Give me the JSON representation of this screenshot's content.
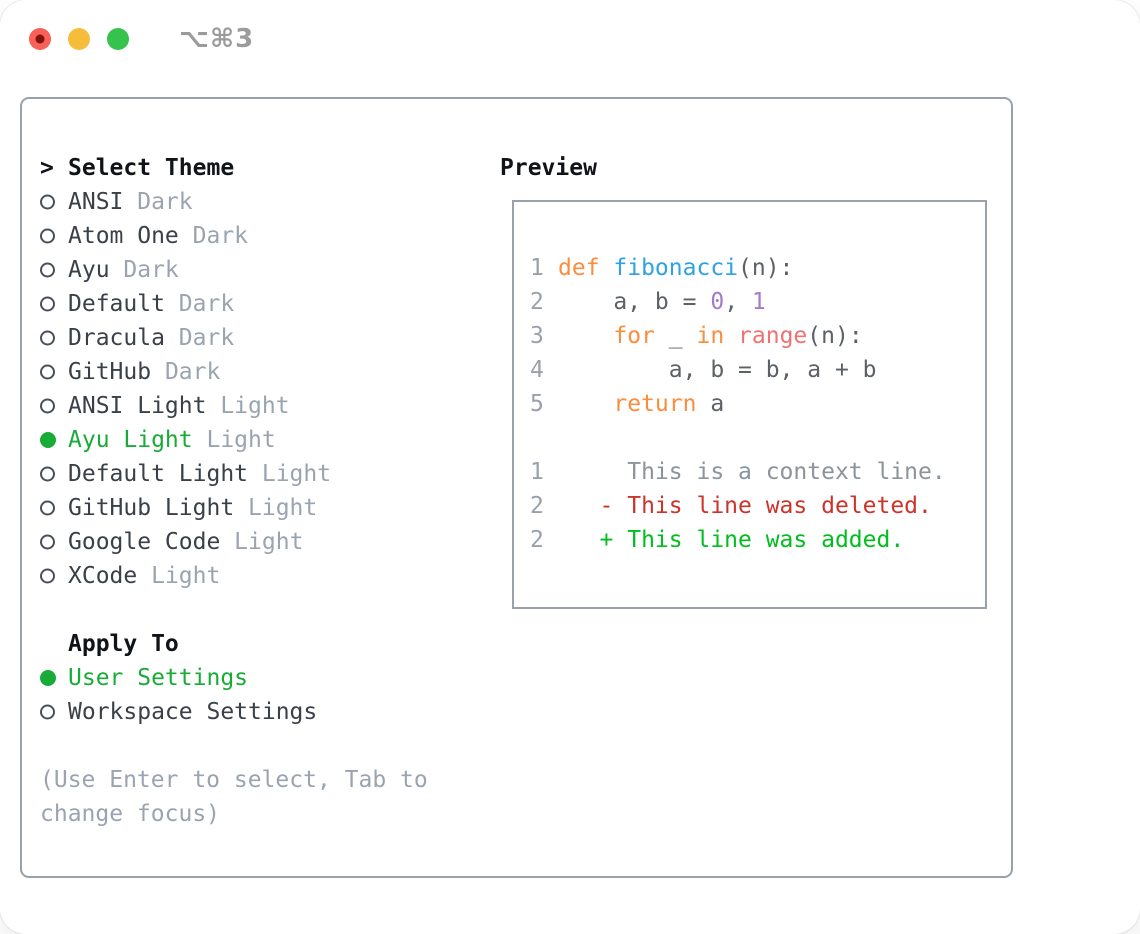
{
  "window": {
    "title": "⌥⌘3"
  },
  "theme_picker": {
    "header_prefix": ">",
    "header": "Select Theme",
    "items": [
      {
        "label": "ANSI",
        "variant": "Dark",
        "selected": false
      },
      {
        "label": "Atom One",
        "variant": "Dark",
        "selected": false
      },
      {
        "label": "Ayu",
        "variant": "Dark",
        "selected": false
      },
      {
        "label": "Default",
        "variant": "Dark",
        "selected": false
      },
      {
        "label": "Dracula",
        "variant": "Dark",
        "selected": false
      },
      {
        "label": "GitHub",
        "variant": "Dark",
        "selected": false
      },
      {
        "label": "ANSI Light",
        "variant": "Light",
        "selected": false
      },
      {
        "label": "Ayu Light",
        "variant": "Light",
        "selected": true
      },
      {
        "label": "Default Light",
        "variant": "Light",
        "selected": false
      },
      {
        "label": "GitHub Light",
        "variant": "Light",
        "selected": false
      },
      {
        "label": "Google Code",
        "variant": "Light",
        "selected": false
      },
      {
        "label": "XCode",
        "variant": "Light",
        "selected": false
      }
    ],
    "apply_to": {
      "header": "Apply To",
      "items": [
        {
          "label": "User Settings",
          "selected": true
        },
        {
          "label": "Workspace Settings",
          "selected": false
        }
      ]
    },
    "hint_lines": [
      "(Use Enter to select, Tab to",
      "change focus)"
    ]
  },
  "preview": {
    "header": "Preview",
    "code_lines": [
      {
        "num": "1",
        "segments": [
          {
            "t": "def ",
            "c": "keyword"
          },
          {
            "t": "fibonacci",
            "c": "function"
          },
          {
            "t": "(n):",
            "c": "plain"
          }
        ]
      },
      {
        "num": "2",
        "segments": [
          {
            "t": "    a, b = ",
            "c": "plain"
          },
          {
            "t": "0",
            "c": "number"
          },
          {
            "t": ", ",
            "c": "plain"
          },
          {
            "t": "1",
            "c": "number"
          }
        ]
      },
      {
        "num": "3",
        "segments": [
          {
            "t": "    ",
            "c": "plain"
          },
          {
            "t": "for",
            "c": "keyword"
          },
          {
            "t": " _ ",
            "c": "plain"
          },
          {
            "t": "in",
            "c": "keyword"
          },
          {
            "t": " ",
            "c": "plain"
          },
          {
            "t": "range",
            "c": "builtin"
          },
          {
            "t": "(n):",
            "c": "plain"
          }
        ]
      },
      {
        "num": "4",
        "segments": [
          {
            "t": "        a, b = b, a + b",
            "c": "plain"
          }
        ]
      },
      {
        "num": "5",
        "segments": [
          {
            "t": "    ",
            "c": "plain"
          },
          {
            "t": "return",
            "c": "keyword"
          },
          {
            "t": " a",
            "c": "plain"
          }
        ]
      }
    ],
    "diff_lines": [
      {
        "num": "1",
        "segments": [
          {
            "t": "     This is a context line.",
            "c": "context"
          }
        ]
      },
      {
        "num": "2",
        "segments": [
          {
            "t": "   - This line was deleted.",
            "c": "deleted"
          }
        ]
      },
      {
        "num": "2",
        "segments": [
          {
            "t": "   + This line was added.",
            "c": "added"
          }
        ]
      }
    ]
  },
  "colors": {
    "accent_green": "#19ab37",
    "header_text": "#101317",
    "item_text": "#3a4048",
    "suffix_gray": "#9aa4b0",
    "hint_gray": "#9aa4b0",
    "panel_border": "#99a1ac",
    "line_number": "#98a1ab",
    "code_plain": "#5c6166",
    "keyword": "#fa8d3e",
    "function": "#2ea2e2",
    "number": "#a37acc",
    "builtin": "#f07171",
    "context": "#8b939c",
    "deleted": "#cc342b",
    "added": "#00be1e",
    "traffic_red": "#f96057",
    "traffic_yellow": "#f6bd3a",
    "traffic_green": "#35c24d",
    "title_gray": "#9b9b9b"
  }
}
